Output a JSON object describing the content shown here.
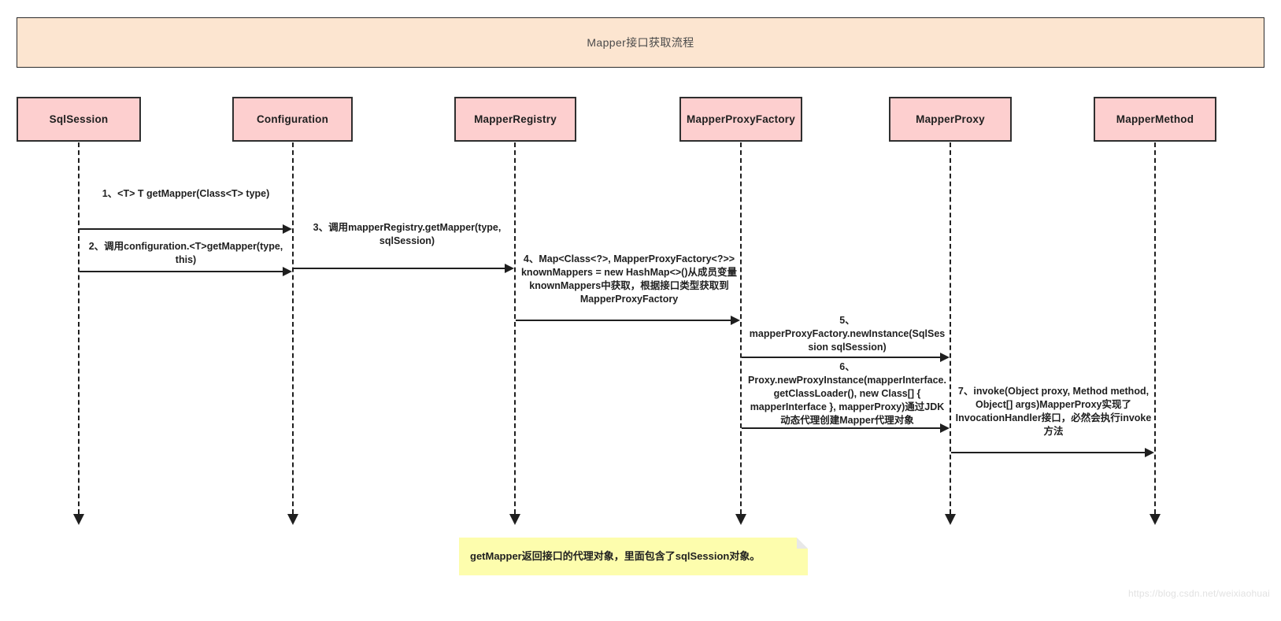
{
  "diagram": {
    "type": "uml-sequence-diagram",
    "title": "Mapper接口获取流程",
    "background_color": "#ffffff",
    "title_banner_color": "#fce5d0",
    "participant_color": "#fdcfcf",
    "note_color": "#fdfdad",
    "line_color": "#1f1f1f"
  },
  "participants": [
    {
      "id": "sqlsession",
      "label": "SqlSession"
    },
    {
      "id": "configuration",
      "label": "Configuration"
    },
    {
      "id": "mapperregistry",
      "label": "MapperRegistry"
    },
    {
      "id": "mapperproxyfactory",
      "label": "MapperProxyFactory"
    },
    {
      "id": "mapperproxy",
      "label": "MapperProxy"
    },
    {
      "id": "mappermethod",
      "label": "MapperMethod"
    }
  ],
  "messages": [
    {
      "number": "1",
      "label": "1、<T> T getMapper(Class<T> type)",
      "from": "sqlsession",
      "to": "configuration"
    },
    {
      "number": "2",
      "label": "2、调用configuration.<T>getMapper(type, this)",
      "from": "sqlsession",
      "to": "configuration"
    },
    {
      "number": "3",
      "label": "3、调用mapperRegistry.getMapper(type, sqlSession)",
      "from": "configuration",
      "to": "mapperregistry"
    },
    {
      "number": "4",
      "label": "4、Map<Class<?>, MapperProxyFactory<?>> knownMappers = new HashMap<>()从成员变量knownMappers中获取，根据接口类型获取到MapperProxyFactory",
      "from": "mapperregistry",
      "to": "mapperproxyfactory"
    },
    {
      "number": "5",
      "label": "5、mapperProxyFactory.newInstance(SqlSession sqlSession)",
      "from": "mapperproxyfactory",
      "to": "mapperproxy"
    },
    {
      "number": "6",
      "label": "6、Proxy.newProxyInstance(mapperInterface.getClassLoader(), new Class[] { mapperInterface }, mapperProxy)通过JDK动态代理创建Mapper代理对象",
      "from": "mapperproxyfactory",
      "to": "mapperproxy"
    },
    {
      "number": "7",
      "label": "7、invoke(Object proxy, Method method, Object[] args)MapperProxy实现了InvocationHandler接口，必然会执行invoke方法",
      "from": "mapperproxy",
      "to": "mappermethod"
    }
  ],
  "note": {
    "text": "getMapper返回接口的代理对象，里面包含了sqlSession对象。"
  },
  "watermark": {
    "text": "https://blog.csdn.net/weixiaohuai"
  }
}
